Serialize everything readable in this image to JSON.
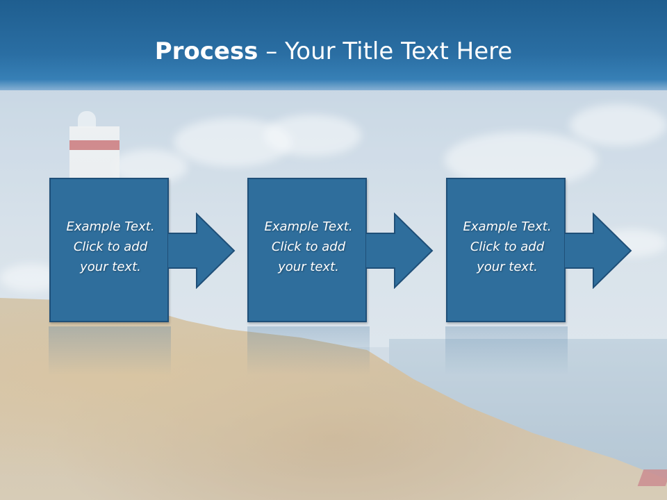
{
  "slide": {
    "title_bold": "Process",
    "title_rest": " – Your Title Text Here",
    "steps": [
      {
        "line1": "Example Text.",
        "line2": "Click  to add",
        "line3": "your text."
      },
      {
        "line1": "Example Text.",
        "line2": "Click  to add",
        "line3": "your text."
      },
      {
        "line1": "Example Text.",
        "line2": "Click  to add",
        "line3": "your text."
      }
    ]
  },
  "colors": {
    "title_bar": "#2a6ea3",
    "box_fill": "#2f6e9c",
    "box_border": "#1f4f78",
    "text": "#ffffff"
  },
  "icons": [
    "right-arrow-icon"
  ]
}
